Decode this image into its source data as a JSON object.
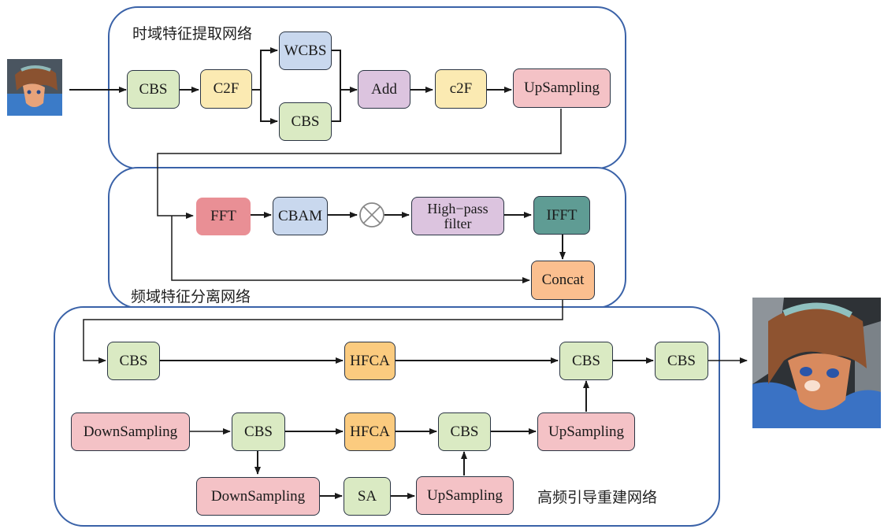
{
  "panels": {
    "time_domain": {
      "title": "时域特征提取网络"
    },
    "freq_domain": {
      "title": "频域特征分离网络"
    },
    "reconstruction": {
      "title": "高频引导重建网络"
    }
  },
  "time_domain_nodes": {
    "cbs1": "CBS",
    "c2f1": "C2F",
    "wcbs": "WCBS",
    "cbs2": "CBS",
    "add": "Add",
    "c2f2": "c2F",
    "upsampling": "UpSampling"
  },
  "freq_domain_nodes": {
    "fft": "FFT",
    "cbam": "CBAM",
    "multiply_symbol": "⊗",
    "highpass_line1": "High−pass",
    "highpass_line2": "filter",
    "ifft": "IFFT",
    "concat": "Concat"
  },
  "reconstruction_nodes": {
    "cbs_top1": "CBS",
    "hfca_top": "HFCA",
    "cbs_top2": "CBS",
    "cbs_top3": "CBS",
    "downsampling1": "DownSampling",
    "cbs_mid1": "CBS",
    "hfca_mid": "HFCA",
    "cbs_mid2": "CBS",
    "upsampling_mid": "UpSampling",
    "downsampling2": "DownSampling",
    "sa": "SA",
    "upsampling_bot": "UpSampling"
  },
  "images": {
    "input": "input-anime-image",
    "output": "output-anime-image"
  },
  "colors": {
    "panel_border": "#3a62a8",
    "cbs": "#daeac3",
    "c2f": "#fbeab2",
    "wcbs_cbam": "#c9d8ee",
    "add_highpass": "#dcc4df",
    "sampling": "#f4c2c6",
    "fft": "#e98f95",
    "hfca": "#fbcb7f",
    "ifft": "#5f9c94",
    "concat": "#fbbf8f"
  }
}
